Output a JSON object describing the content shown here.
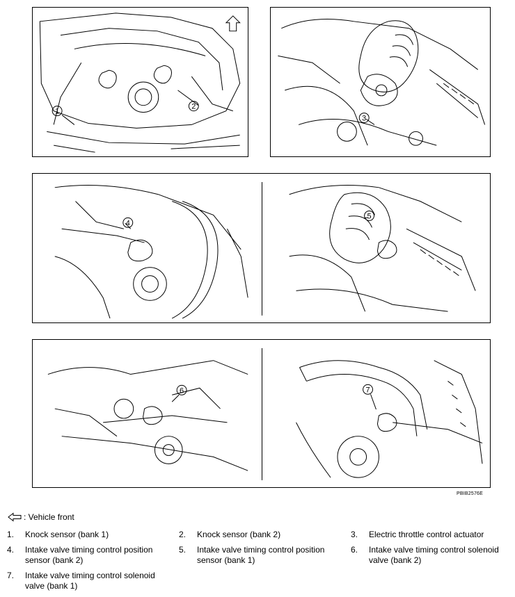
{
  "figure_code": "PBIB2576E",
  "callouts": [
    "1",
    "2",
    "3",
    "4",
    "5",
    "6",
    "7"
  ],
  "legend": {
    "icon": "arrow-left-outline-icon",
    "front_label": ": Vehicle front"
  },
  "items": [
    {
      "num": "1.",
      "text": "Knock sensor (bank 1)"
    },
    {
      "num": "2.",
      "text": "Knock sensor (bank 2)"
    },
    {
      "num": "3.",
      "text": "Electric throttle control actuator"
    },
    {
      "num": "4.",
      "text": "Intake valve timing control position sensor (bank 2)"
    },
    {
      "num": "5.",
      "text": "Intake valve timing control position sensor (bank 1)"
    },
    {
      "num": "6.",
      "text": "Intake valve timing control solenoid valve (bank 2)"
    },
    {
      "num": "7.",
      "text": "Intake valve timing control solenoid valve (bank 1)"
    }
  ]
}
